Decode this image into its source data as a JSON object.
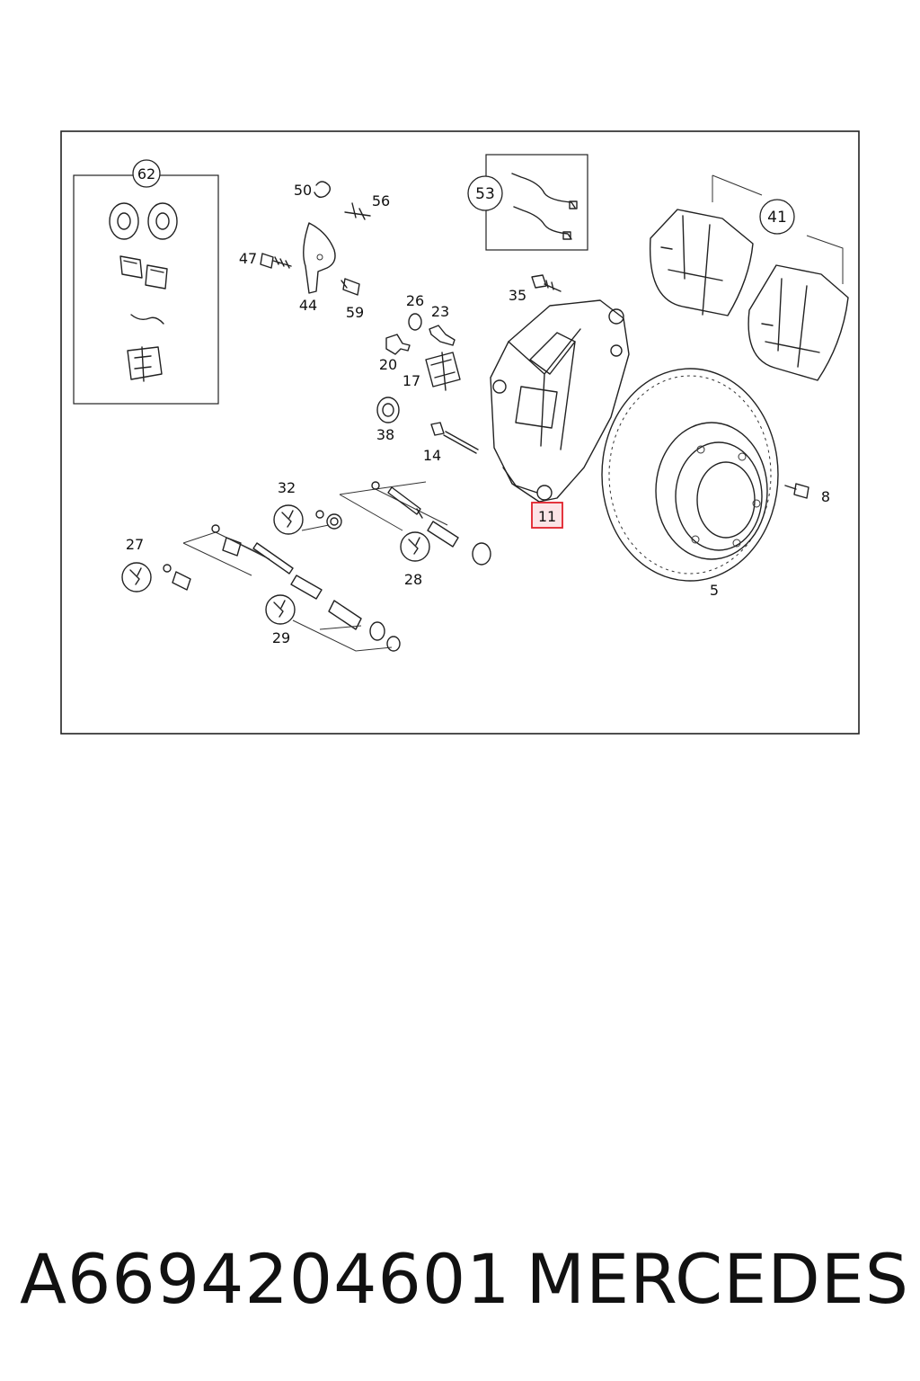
{
  "diagram": {
    "callouts": [
      "62",
      "53",
      "41"
    ],
    "labels": {
      "50": "50",
      "56": "56",
      "47": "47",
      "44": "44",
      "59": "59",
      "26": "26",
      "23": "23",
      "20": "20",
      "17": "17",
      "38": "38",
      "14": "14",
      "35": "35",
      "32": "32",
      "27": "27",
      "28": "28",
      "29": "29",
      "11": "11",
      "8": "8",
      "5": "5"
    },
    "highlighted_part": "11",
    "highlight_color": "#e0202a"
  },
  "caption": {
    "part_number": "A6694204601",
    "brand": "MERCEDES"
  }
}
